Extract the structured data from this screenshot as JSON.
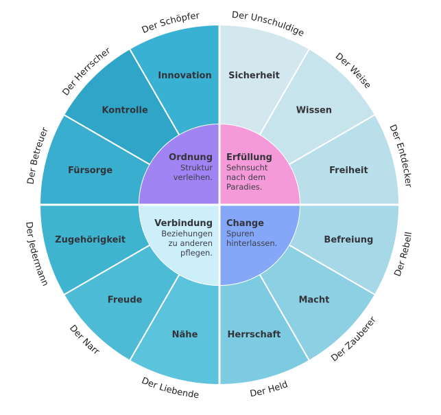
{
  "segments": [
    {
      "label": "Sicherheit",
      "archetype": "Der Unschuldige",
      "color": "#d3e7ef"
    },
    {
      "label": "Wissen",
      "archetype": "Der Weise",
      "color": "#c7e4ed"
    },
    {
      "label": "Freiheit",
      "archetype": "Der Entdecker",
      "color": "#b9dfea"
    },
    {
      "label": "Befreiung",
      "archetype": "Der Rebell",
      "color": "#a7d8e8"
    },
    {
      "label": "Macht",
      "archetype": "Der Zauberer",
      "color": "#8dcfe3"
    },
    {
      "label": "Herrschaft",
      "archetype": "Der Held",
      "color": "#7ccbe1"
    },
    {
      "label": "Nähe",
      "archetype": "Der Liebende",
      "color": "#5cc3dc"
    },
    {
      "label": "Freude",
      "archetype": "Der Narr",
      "color": "#4dbbd6"
    },
    {
      "label": "Zugehörigkeit",
      "archetype": "Der Jedermann",
      "color": "#3fb4d0"
    },
    {
      "label": "Fürsorge",
      "archetype": "Der Betreuer",
      "color": "#3aaece"
    },
    {
      "label": "Kontrolle",
      "archetype": "Der Herrscher",
      "color": "#2fa6c7"
    },
    {
      "label": "Innovation",
      "archetype": "Der Schöpfer",
      "color": "#39b1d2"
    }
  ],
  "cores": [
    {
      "title": "Erfüllung",
      "lines": [
        "Sehnsucht",
        "nach dem",
        "Paradies."
      ],
      "color": "#f59ad8",
      "align": "left"
    },
    {
      "title": "Change",
      "lines": [
        "Spuren",
        "hinterlassen."
      ],
      "color": "#84a8f7",
      "align": "left"
    },
    {
      "title": "Verbindung",
      "lines": [
        "Beziehungen",
        "zu anderen",
        "pflegen."
      ],
      "color": "#cdeffa",
      "align": "right"
    },
    {
      "title": "Ordnung",
      "lines": [
        "Struktur",
        "verleihen."
      ],
      "color": "#a183f3",
      "align": "right"
    }
  ]
}
